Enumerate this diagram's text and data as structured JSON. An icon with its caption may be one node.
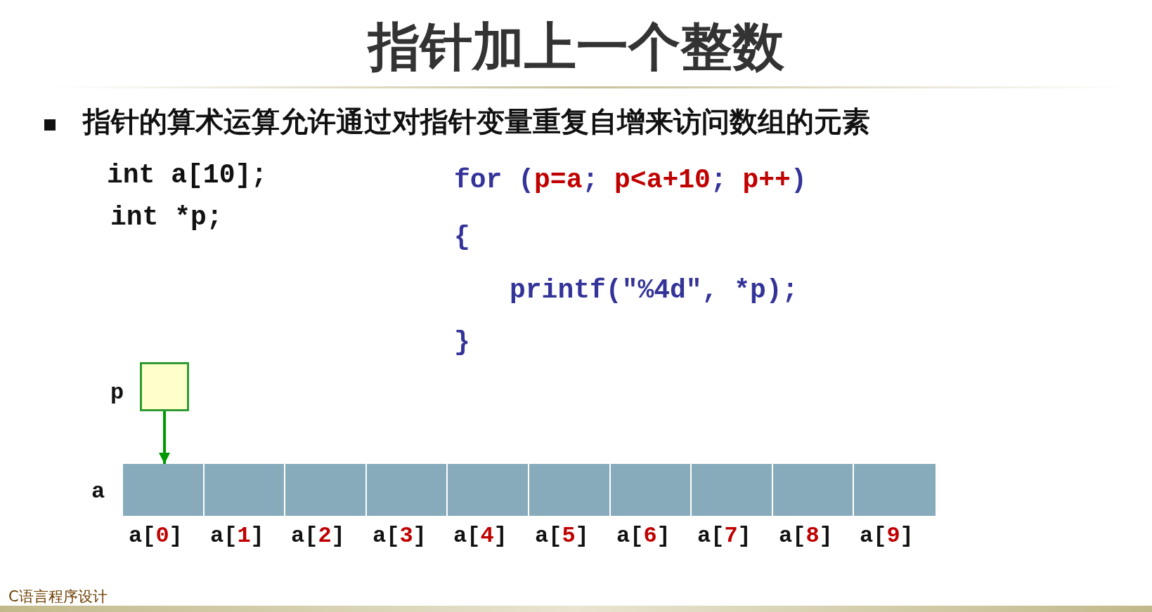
{
  "diagram": {
    "title": "指针加上一个整数",
    "nodes": [
      {
        "text": [],
        "shape": "box",
        "beside": [
          "p"
        ]
      },
      {
        "text": [],
        "shape": "box",
        "beside": [
          "a[*0*]"
        ]
      },
      {
        "text": [],
        "shape": "box",
        "beside": [
          "a[*1*]"
        ]
      },
      {
        "text": [],
        "shape": "box",
        "beside": [
          "a[*2*]"
        ]
      },
      {
        "text": [],
        "shape": "box",
        "beside": [
          "a[*3*]"
        ]
      },
      {
        "text": [],
        "shape": "box",
        "beside": [
          "a[*4*]"
        ]
      },
      {
        "text": [],
        "shape": "box",
        "beside": [
          "a[*5*]"
        ]
      },
      {
        "text": [],
        "shape": "box",
        "beside": [
          "a[*6*]"
        ]
      },
      {
        "text": [],
        "shape": "box",
        "beside": [
          "a[*7*]"
        ]
      },
      {
        "text": [],
        "shape": "box",
        "beside": [
          "a[*8*]"
        ]
      },
      {
        "text": [],
        "shape": "box",
        "beside": [
          "a[*9*]"
        ]
      }
    ],
    "edges": [
      {
        "from": 0,
        "to": 1,
        "arrow": "to"
      }
    ],
    "labels": [
      "指针的算术运算允许通过对指针变量重复自增来访问数组的元素",
      "int a[10];",
      "int *p;",
      "for (*p=a*; *p<a+10*; *p++*)",
      "{",
      "printf(\"%4d\", *p);",
      "}",
      "a",
      "C语言程序设计"
    ]
  }
}
